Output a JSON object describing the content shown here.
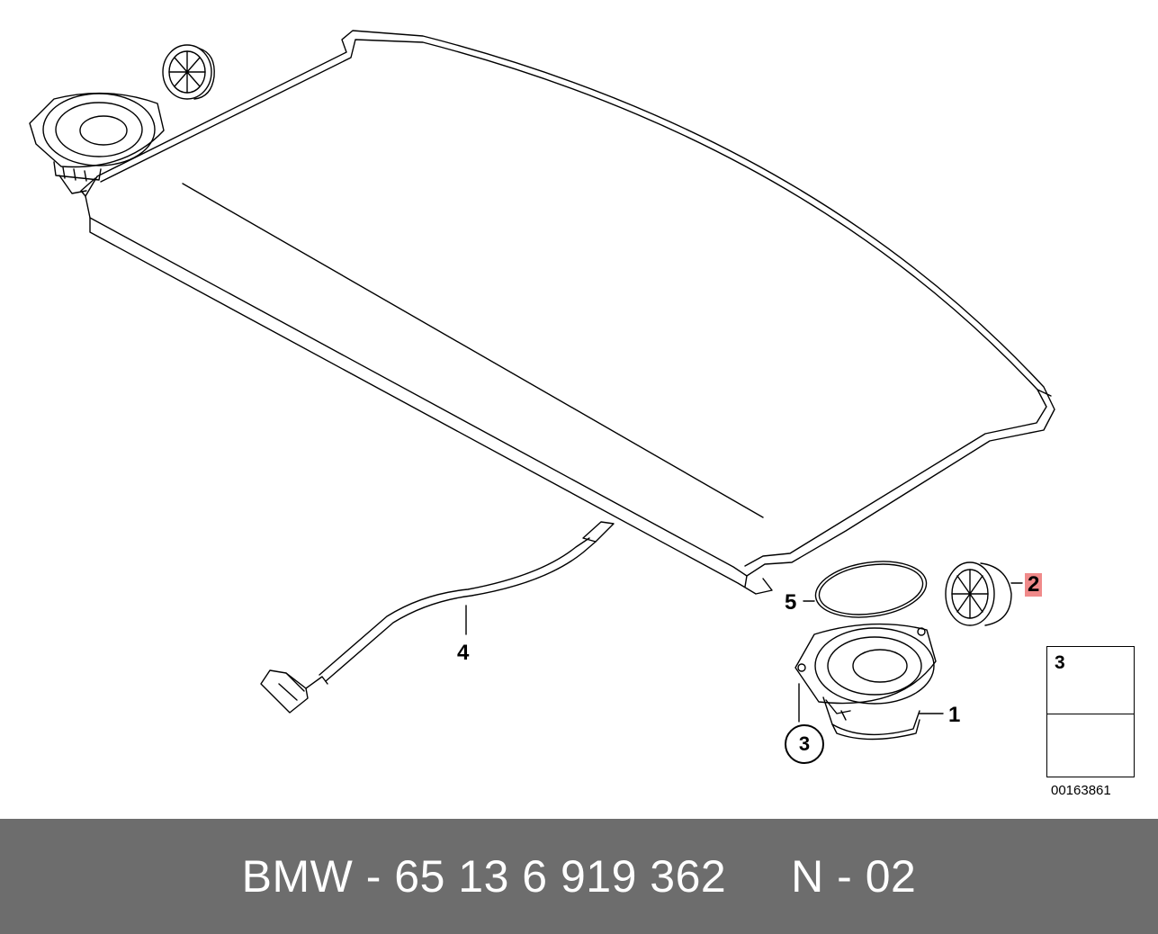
{
  "callouts": {
    "part1": "1",
    "part2": "2",
    "part3_circled": "3",
    "part4": "4",
    "part5": "5"
  },
  "legend": {
    "number": "3",
    "screw_icon": "screw-icon",
    "arrow_icon": "direction-arrow-icon"
  },
  "diagram_id": "00163861",
  "footer": {
    "text": "BMW - 65 13 6 919 362     N - 02"
  },
  "colors": {
    "footer_bg": "#6d6d6d",
    "highlight": "#f08a8a",
    "line": "#000000"
  }
}
